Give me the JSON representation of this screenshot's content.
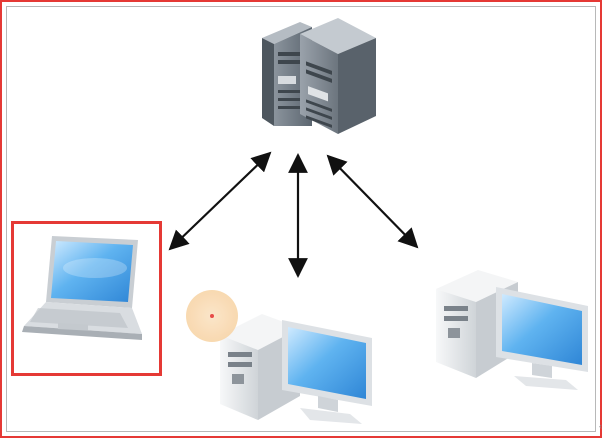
{
  "diagram": {
    "nodes": [
      {
        "id": "server",
        "kind": "server-rack",
        "icon": "server-icon"
      },
      {
        "id": "laptop",
        "kind": "laptop",
        "icon": "laptop-icon",
        "highlighted": true
      },
      {
        "id": "desktop-center",
        "kind": "desktop",
        "icon": "desktop-icon"
      },
      {
        "id": "desktop-right",
        "kind": "desktop",
        "icon": "desktop-icon"
      }
    ],
    "edges": [
      {
        "from": "server",
        "to": "laptop",
        "directed": "both"
      },
      {
        "from": "server",
        "to": "desktop-center",
        "directed": "both"
      },
      {
        "from": "server",
        "to": "desktop-right",
        "directed": "both"
      }
    ]
  },
  "colors": {
    "highlight": "#e53935",
    "arrow": "#111111",
    "screen": "#4aa3e8",
    "case": "#eceff1",
    "server": "#6b7580",
    "cursor": "#f8d4a6"
  },
  "cursor": {
    "icon": "cursor-highlight-icon"
  }
}
